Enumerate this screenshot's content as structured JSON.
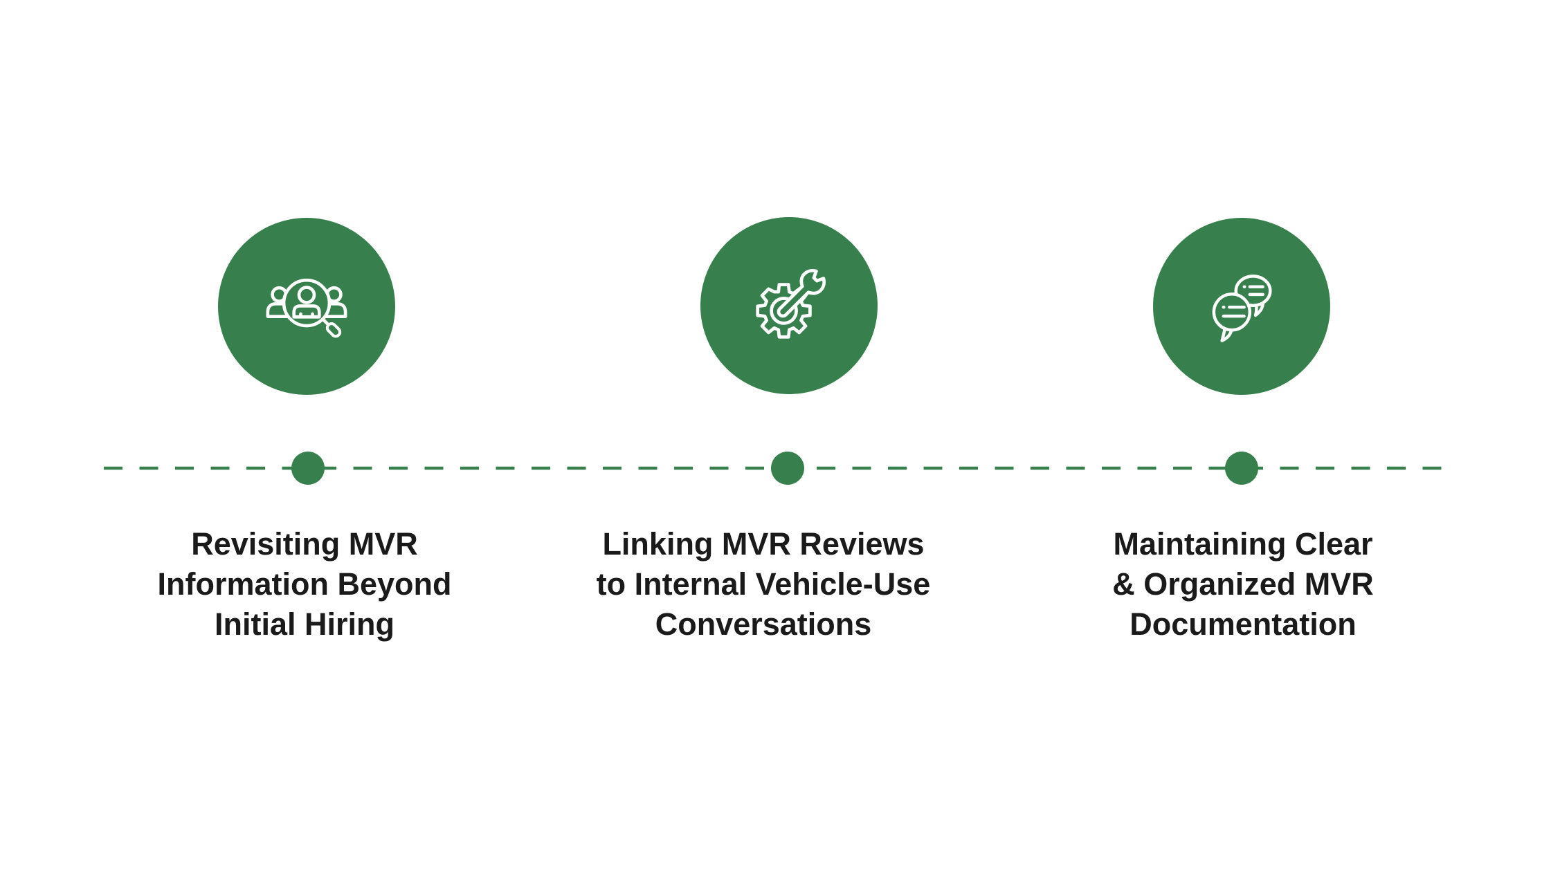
{
  "diagram": {
    "background_color": "#ffffff",
    "accent_green": "#37804E",
    "text_color": "#1a1a1a",
    "connector": {
      "style": "dashed",
      "dot_count": 3
    },
    "steps": [
      {
        "icon": "people-search-icon",
        "line1": "Revisiting MVR",
        "line2": "Information Beyond",
        "line3": "Initial Hiring"
      },
      {
        "icon": "gear-wrench-icon",
        "line1": "Linking MVR Reviews",
        "line2": "to Internal Vehicle-Use",
        "line3": "Conversations"
      },
      {
        "icon": "chat-bubbles-icon",
        "line1": "Maintaining Clear",
        "line2": "& Organized MVR",
        "line3": "Documentation"
      }
    ]
  }
}
